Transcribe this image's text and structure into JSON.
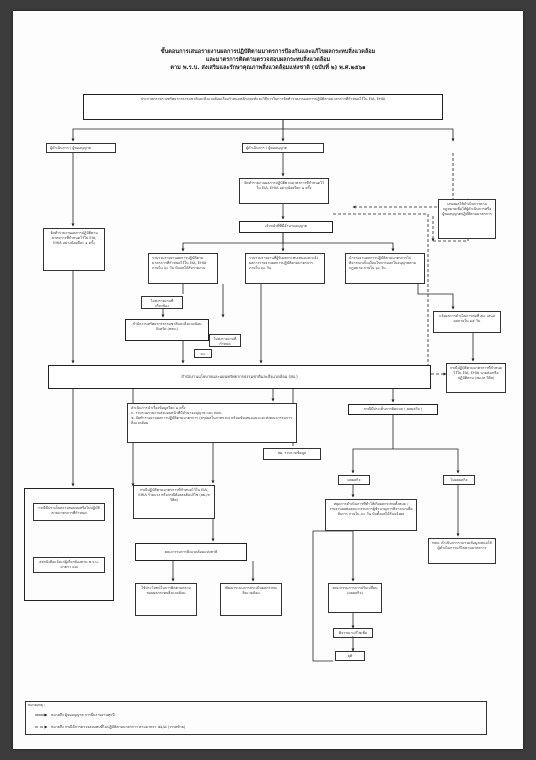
{
  "header": {
    "line1": "ขั้นตอนการเสนอรายงานผลการปฏิบัติตามมาตรการป้องกันและแก้ไขผลกระทบสิ่งแวดล้อม",
    "line2": "และมาตรการติดตามตรวจสอบผลกระทบสิ่งแวดล้อม",
    "line3": "ตาม พ.ร.บ. ส่งเสริมและรักษาคุณภาพสิ่งแวดล้อมแห่งชาติ (ฉบับที่ ๒) พ.ศ.๒๕๖๑"
  },
  "boxes": {
    "top": "ประกาศกระทรวงทรัพยากรธรรมชาติและสิ่งแวดล้อมเรื่องกำหนดหลักเกณฑ์และวิธีการในการจัดทำรายงานผลการปฏิบัติตามมาตรการที่กำหนดไว้ใน EIA, EHIA",
    "left_owner": "ผู้ดำเนินการ / ผู้ขออนุญาต",
    "center_owner": "ผู้ดำเนินการ / ผู้ขออนุญาต",
    "left_prepare": "จัดทำรายงานผลการปฏิบัติตามมาตรการที่กำหนดไว้ใน EIA, EHIA อย่างน้อยปีละ ๑ ครั้ง",
    "center_prepare": "จัดทำรายงานผลการปฏิบัติตามมาตรการที่กำหนดไว้ใน EIA, EHIA อย่างน้อยปีละ ๑ ครั้ง",
    "authority": "เจ้าหน้าที่ที่มีอำนาจอนุญาต",
    "right_top": "เสนอผลให้ดำเนินการตามกฎหมายเพื่อให้ผู้ดำเนินการหรือผู้ขออนุญาตปฏิบัติตามมาตรการ",
    "auth_a": "รวบรวมรายงานผลการปฏิบัติตามมาตรการที่กำหนดไว้ใน EIA, EHIA ภายใน ๖๐ วัน นับแต่ได้รับรายงาน",
    "auth_b": "รวบรวมรายงานที่ผู้รับผลกระทบเสนอและแจ้งผลการรายงานผลการปฏิบัติตามมาตรการ ภายใน ๓๐ วัน",
    "auth_c": "นำรายงานผลการปฏิบัติตามมาตรการไปพิจารณาเป็นเงื่อนไขการออกใบอนุญาตตามกฎหมาย ภายใน ๖๐ วัน",
    "send_small": "ไม่ส่งรายงานที่เกี่ยวข้อง",
    "onep": "สำนักงานทรัพยากรธรรมชาติและสิ่งแวดล้อมจังหวัด (ทสจ.)",
    "deadline_30": "๓๐ วัน",
    "report_small": "ไม่ส่งรายงานที่กำหนด",
    "right_mid": "แจ้งผลการดำเนินการต่อที่ สผ. เสนอผลภายใน ๑๕ วัน",
    "right_check": "กรณีปฏิบัติตามมาตรการที่กำหนดไว้ใน EIA, EHIA นายส่งเหรือปฏิบัติตาม (สผ./ส วิศิส)",
    "main": "สำนักงานนโยบายและแผนทรัพยากรธรรมชาติและสิ่งแวดล้อม (สผ.)",
    "onep_steps": "ดำเนินการนำเรื่องข้อมูลปีละ ๑ ครั้ง\nก. รวบรวมรายงานส่งมอบหน้าที่มีอำนาจอนุญาต และ ทสจ.\nข. จัดทำรายงานผลการปฏิบัติตามมาตรการ (สรุปผลในภาพรวม) พร้อมข้อเสนอแนะและส่งคณะกรรมการสิ่งแวดล้อม",
    "case_found": "กรณีมีประเด็นการผิดแบบ",
    "case_found_sub": "( ผลผลกิจ )",
    "left_frame_1": "กรณีมีประเด็นตรวจสอบพบหรือไม่ปฏิบัติตามมาตรการที่กำหนด",
    "left_frame_2": "ส่งหนังสือแจ้งแก่ผู้เกี่ยวข้องตาม พ.ร.บ. มาตรา ๔๘",
    "complaint": "กรณีปฏิบัติตามมาตรการที่กำหนดไว้ใน EIA, EHIA ร้ายแรง หรือกรณีต้องสงสัยแก้ไข (สผ./ส วิศิส)",
    "citizen": "สผ. รวบรวมข้อมูล",
    "serious": "ผลผลกิจ",
    "not_serious": "ไม่ผลผลกิจ",
    "serious_action": "หยุดการดำเนินการที่ทำให้เกิดผลกระทบทั้งหมด / รายงานผลต่อคณะกรรมการผู้ชำนาญการพิจารณาเพื่อสั่งการ ภายใน ๓๐ วัน นับตั้งแต่ได้รับแจ้งผล",
    "not_serious_action": "ทสจ. ดำเนินการรวบรวมข้อมูลเสนอให้ผู้ดำเนินการแก้ไขตามมาตรการ",
    "board": "คณะกรรมการสิ่งแวดล้อมแห่งชาติ",
    "expert": "คณะกรรมการการปรับเปลี่ยน (ผลผลกิจ)",
    "out_left": "ใช้ประโยชน์ในการติดตามตรวจสอบผลกระทบสิ่งแวดล้อม",
    "out_right": "พัฒนาระบบการประเมินผลกระทบสิ่งแวดล้อม",
    "consider": "พิจารณาแก้ไขเพิ่มเติม",
    "end": "ยุติ"
  },
  "legend": {
    "title": "หมายเหตุ :",
    "solid": "หมายถึง  ผู้ขออนุญาต การยื่นรายงานทุกปี",
    "dashed": "หมายถึง  กรณีมีการตรวจสอบพบที่ไม่ปฏิบัติตามมาตรการ ตามมาตรา ๕๑/๘ (วรรคท้าย)"
  }
}
